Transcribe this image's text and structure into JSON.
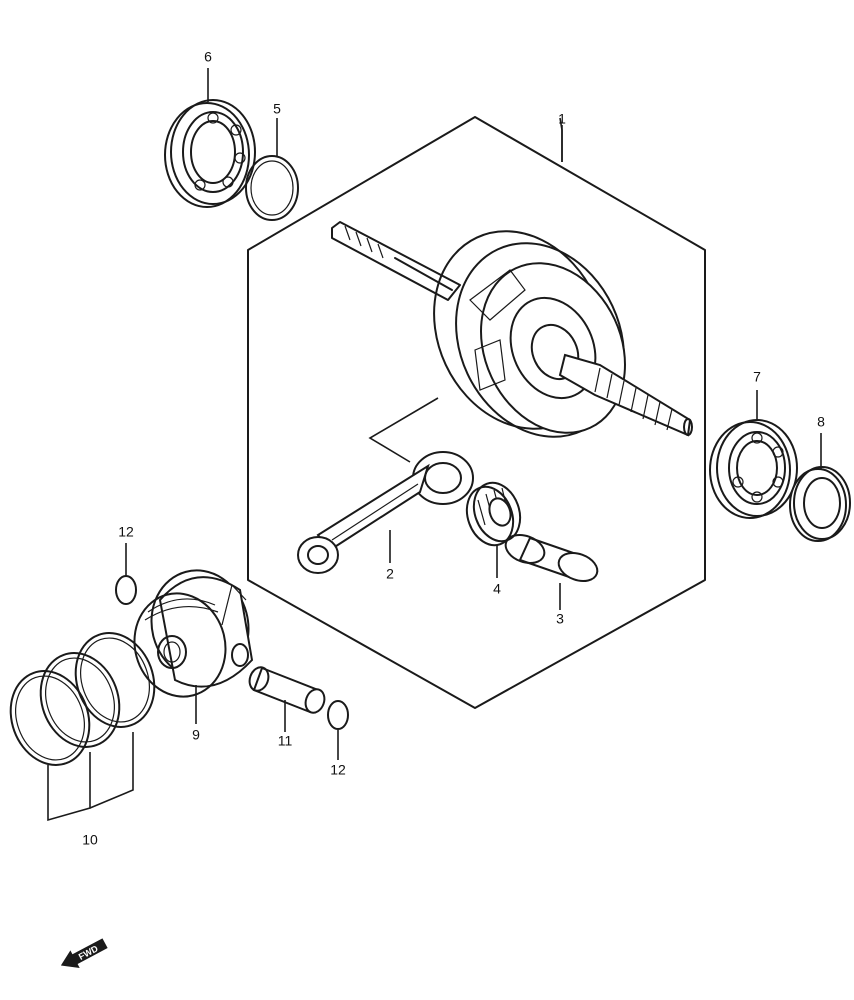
{
  "diagram": {
    "callouts": [
      {
        "id": "c1",
        "label": "1"
      },
      {
        "id": "c2",
        "label": "2"
      },
      {
        "id": "c3",
        "label": "3"
      },
      {
        "id": "c4",
        "label": "4"
      },
      {
        "id": "c5",
        "label": "5"
      },
      {
        "id": "c6",
        "label": "6"
      },
      {
        "id": "c7",
        "label": "7"
      },
      {
        "id": "c8",
        "label": "8"
      },
      {
        "id": "c9",
        "label": "9"
      },
      {
        "id": "c10",
        "label": "10"
      },
      {
        "id": "c11",
        "label": "11"
      },
      {
        "id": "c12a",
        "label": "12"
      },
      {
        "id": "c12b",
        "label": "12"
      }
    ],
    "direction_marker": {
      "label": "FWD",
      "icon": "forward-arrow-icon"
    },
    "colors": {
      "line": "#1a1a1a",
      "background": "#ffffff"
    }
  }
}
